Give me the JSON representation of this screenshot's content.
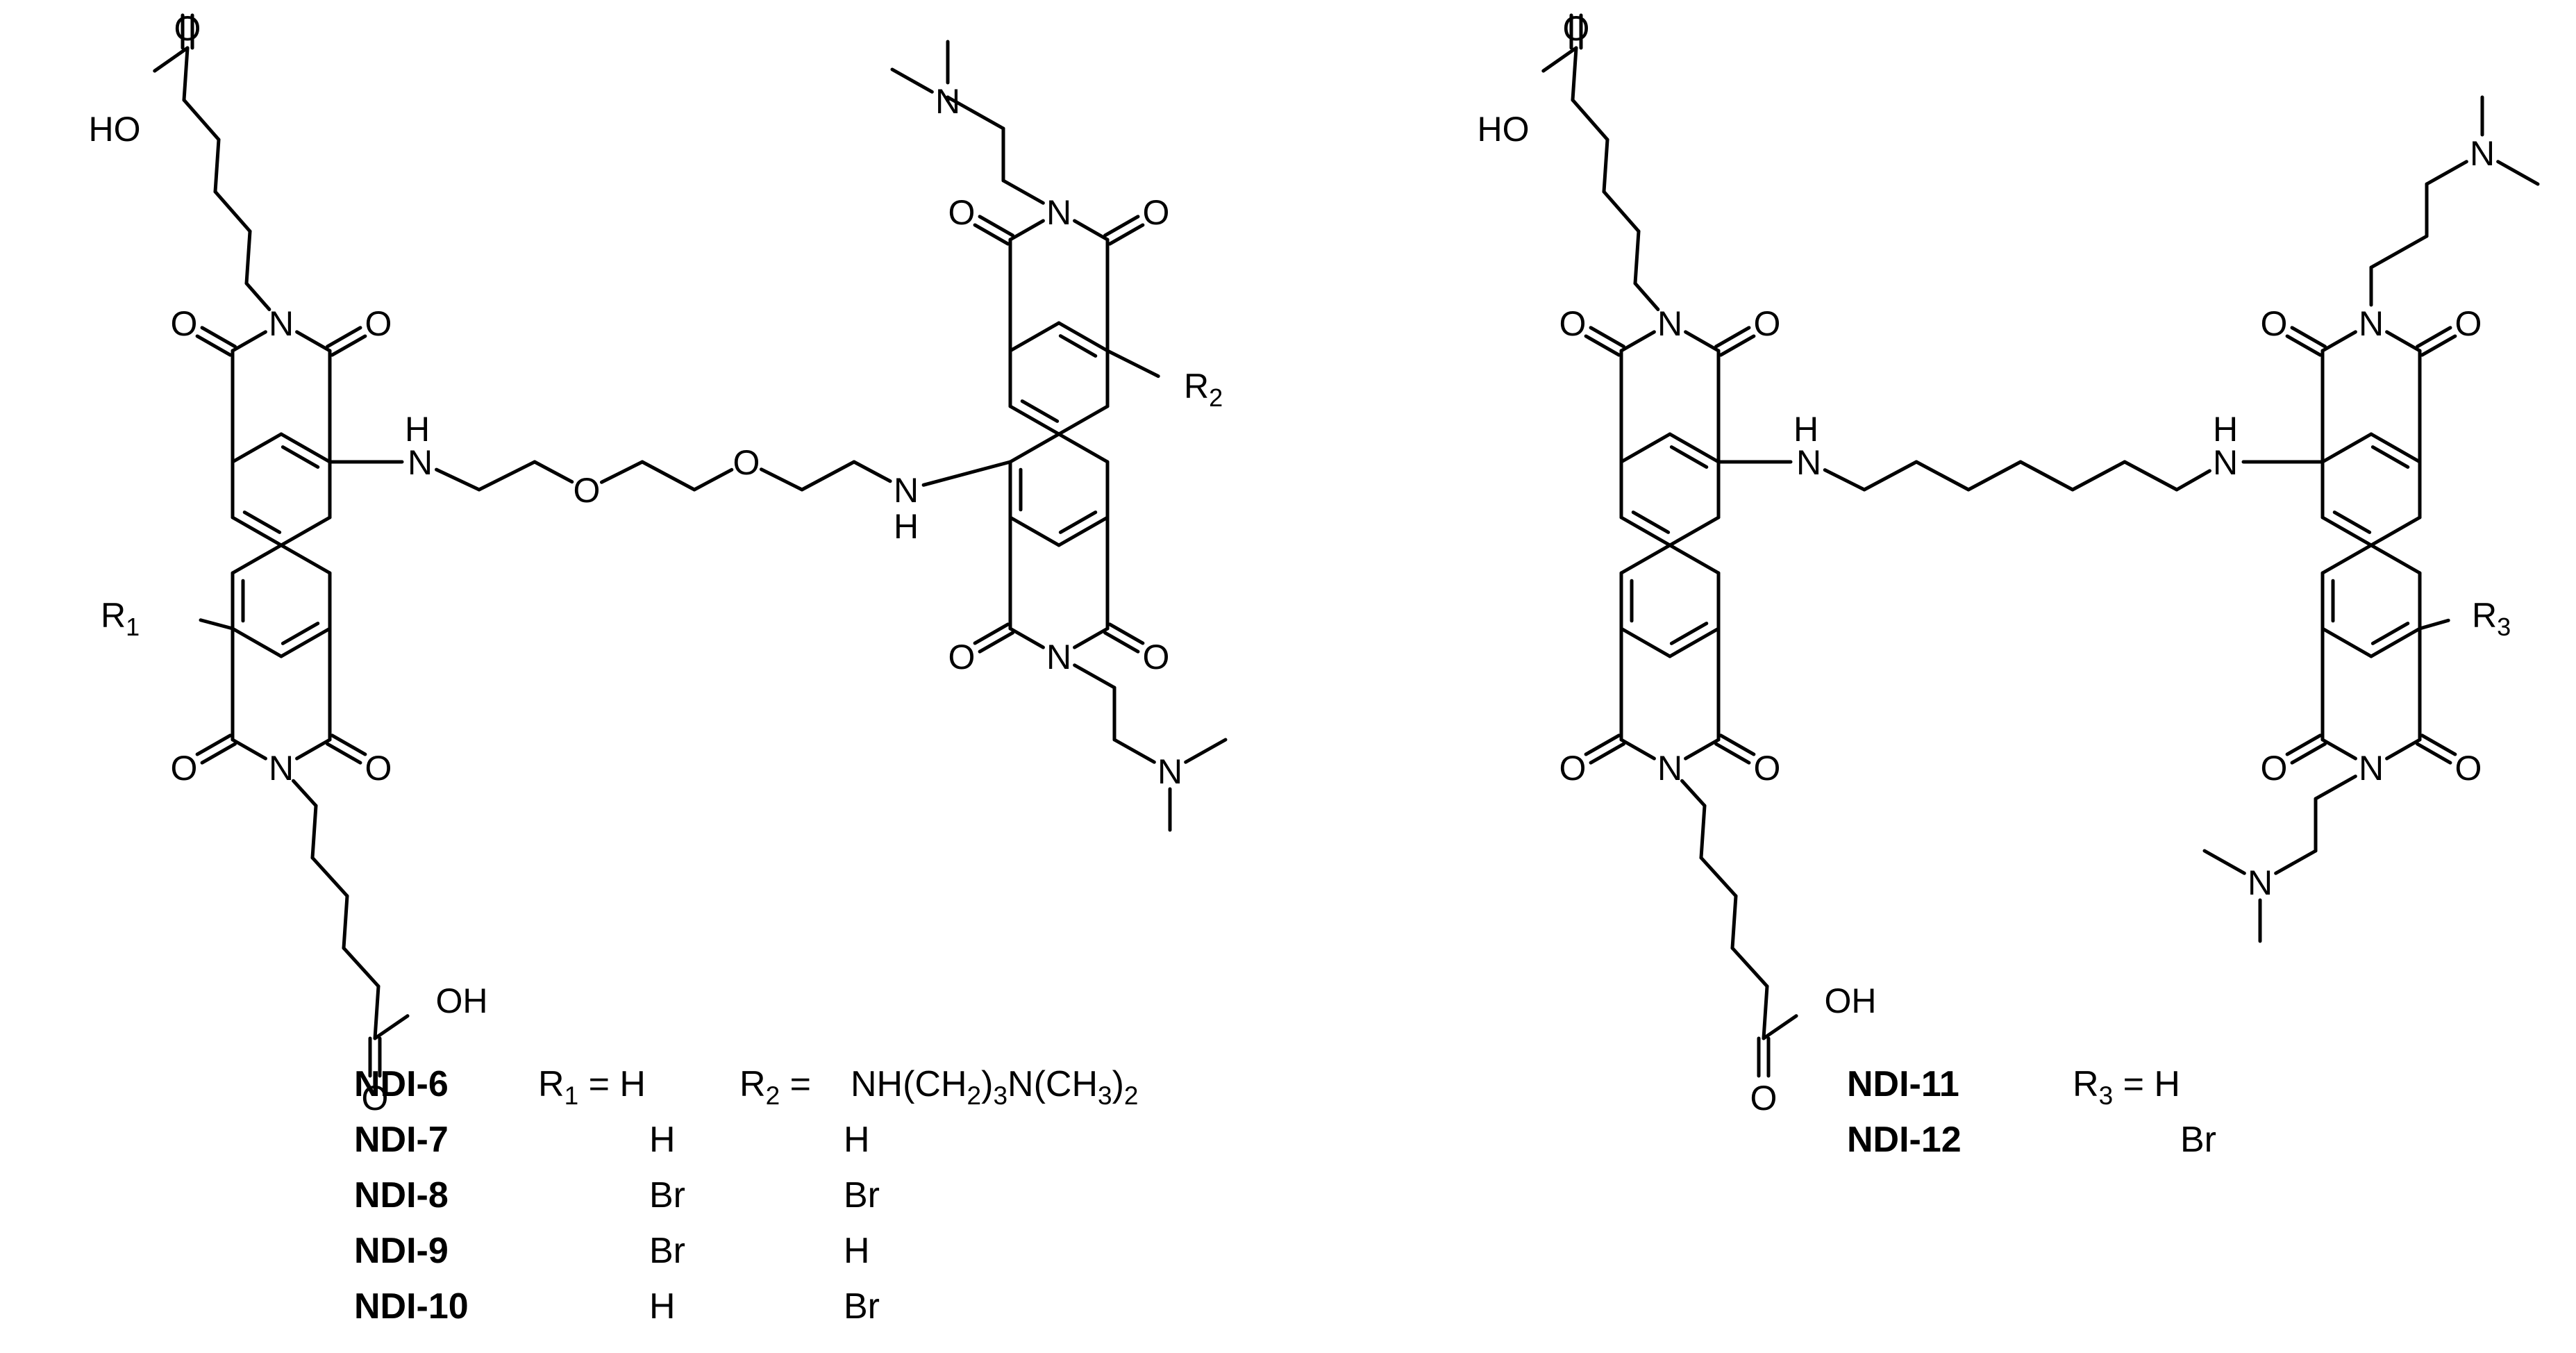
{
  "atoms": {
    "acid_o": "O",
    "acid_oh": "OH",
    "acid_ho": "HO",
    "carbonyl_o": "O",
    "imide_n": "N",
    "amine_n": "N",
    "amine_h": "H",
    "ether_o": "O",
    "r1": "R",
    "r1_sub": "1",
    "r2": "R",
    "r2_sub": "2",
    "r3": "R",
    "r3_sub": "3"
  },
  "table_left": {
    "header_r1": [
      "R",
      "1",
      " = H"
    ],
    "header_r2": [
      "R",
      "2",
      " = "
    ],
    "header_r2_value": [
      "NH(CH",
      "2",
      ")",
      "3",
      "N(CH",
      "3",
      ")",
      "2"
    ],
    "rows": [
      {
        "name": "NDI-6",
        "r1": "",
        "r2": ""
      },
      {
        "name": "NDI-7",
        "r1": "H",
        "r2": "H"
      },
      {
        "name": "NDI-8",
        "r1": "Br",
        "r2": "Br"
      },
      {
        "name": "NDI-9",
        "r1": "Br",
        "r2": "H"
      },
      {
        "name": "NDI-10",
        "r1": "H",
        "r2": "Br"
      }
    ]
  },
  "table_right": {
    "header_r3": [
      "R",
      "3",
      " = H"
    ],
    "rows": [
      {
        "name": "NDI-11",
        "r3": ""
      },
      {
        "name": "NDI-12",
        "r3": "Br"
      }
    ]
  }
}
